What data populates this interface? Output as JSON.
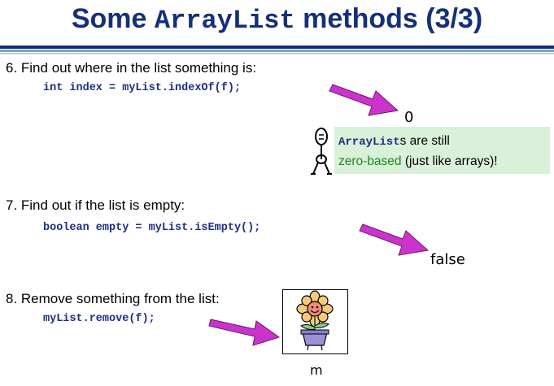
{
  "title": {
    "prefix": "Some ",
    "code": "ArrayList",
    "suffix": " methods (3/3)"
  },
  "steps": [
    {
      "label": "6. Find out where in the list something is:",
      "code": "int index = myList.indexOf(f);",
      "result": "0"
    },
    {
      "label": "7. Find out if the list is empty:",
      "code": "boolean empty = myList.isEmpty();",
      "result": "false"
    },
    {
      "label": "8. Remove something from the list:",
      "code": "myList.remove(f);",
      "result": "m"
    }
  ],
  "callout": {
    "code": "ArrayList",
    "line1_rest": "s are still",
    "line2_green": "zero-based",
    "line2_rest": " (just like arrays)!"
  },
  "colors": {
    "title": "#14307a",
    "code": "#1d2f7f",
    "arrow": "#cc33cc",
    "callout_bg": "#d9f1d9",
    "callout_green": "#1a8a1a"
  },
  "icons": [
    "magenta-arrow-icon",
    "stick-figure-icon",
    "flower-pot-icon"
  ]
}
